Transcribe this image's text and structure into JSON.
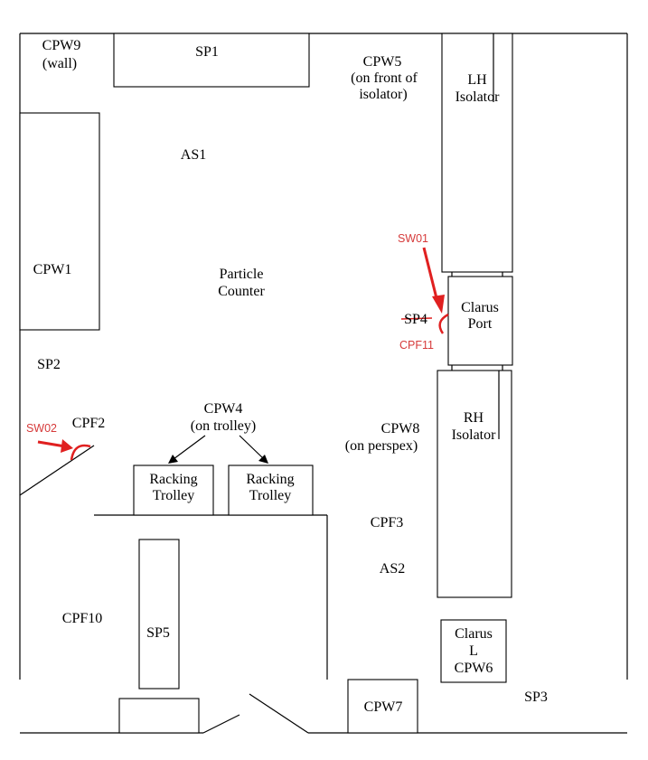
{
  "labels": {
    "cpw9": "CPW9",
    "cpw9_note": "(wall)",
    "sp1": "SP1",
    "cpw5": "CPW5",
    "cpw5_note1": "(on front of",
    "cpw5_note2": "isolator)",
    "lh_isolator_1": "LH",
    "lh_isolator_2": "Isolator",
    "as1": "AS1",
    "cpw1": "CPW1",
    "particle_counter_1": "Particle",
    "particle_counter_2": "Counter",
    "sw01": "SW01",
    "sp4": "SP4",
    "cpf11": "CPF11",
    "clarus_port_1": "Clarus",
    "clarus_port_2": "Port",
    "sp2": "SP2",
    "sw02": "SW02",
    "cpf2": "CPF2",
    "cpw4": "CPW4",
    "cpw4_note": "(on trolley)",
    "cpw8": "CPW8",
    "cpw8_note": "(on perspex)",
    "rh_isolator_1": "RH",
    "rh_isolator_2": "Isolator",
    "racking1_1": "Racking",
    "racking1_2": "Trolley",
    "racking2_1": "Racking",
    "racking2_2": "Trolley",
    "cpf3": "CPF3",
    "as2": "AS2",
    "cpf10": "CPF10",
    "sp5": "SP5",
    "clarus_l_1": "Clarus",
    "clarus_l_2": "L",
    "clarus_l_3": "CPW6",
    "sp3": "SP3",
    "cpw7": "CPW7"
  },
  "colors": {
    "annotation": "#d63a3a",
    "line": "#000000"
  }
}
